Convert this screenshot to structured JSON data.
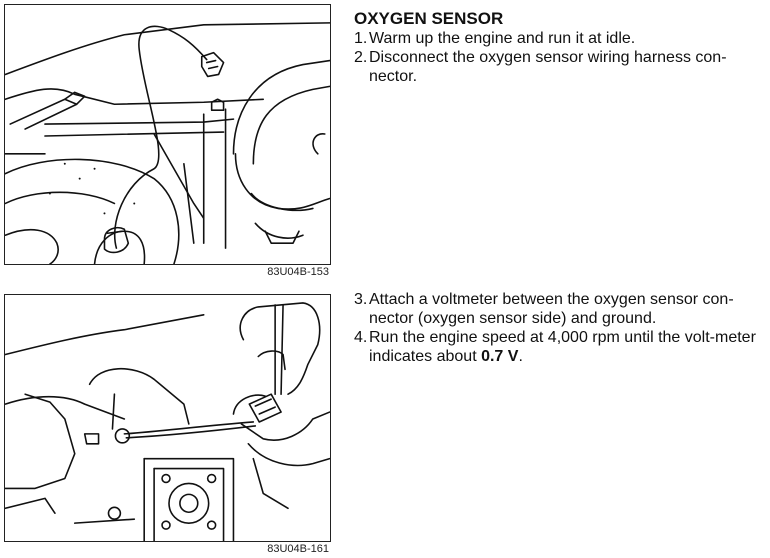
{
  "section": {
    "heading": "OXYGEN SENSOR"
  },
  "steps_part1": [
    {
      "num": "1.",
      "text": "Warm up the engine and run it at idle."
    },
    {
      "num": "2.",
      "text": "Disconnect the oxygen sensor wiring harness con-nector."
    }
  ],
  "steps_part2": [
    {
      "num": "3.",
      "text": "Attach a voltmeter between the oxygen sensor con-nector (oxygen sensor side) and ground."
    },
    {
      "num": "4.",
      "text_before": "Run the engine speed at 4,000 rpm until the volt-meter indicates about ",
      "text_bold": "0.7 V",
      "text_after": "."
    }
  ],
  "figures": [
    {
      "caption": "83U04B-153"
    },
    {
      "caption": "83U04B-161"
    }
  ]
}
